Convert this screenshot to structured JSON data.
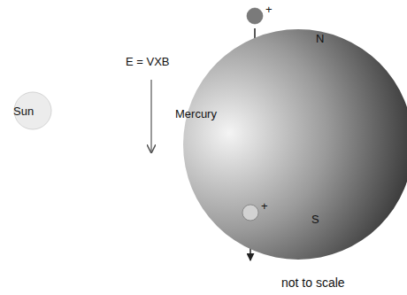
{
  "diagram": {
    "caption": "not to scale",
    "nodes": [
      {
        "text": [
          "Sun"
        ]
      },
      {
        "text": [
          "Mercury"
        ]
      },
      {
        "text": [
          "+"
        ]
      },
      {
        "text": [
          "+"
        ]
      }
    ],
    "labels": [
      "E = VXB",
      "N",
      "S"
    ]
  }
}
